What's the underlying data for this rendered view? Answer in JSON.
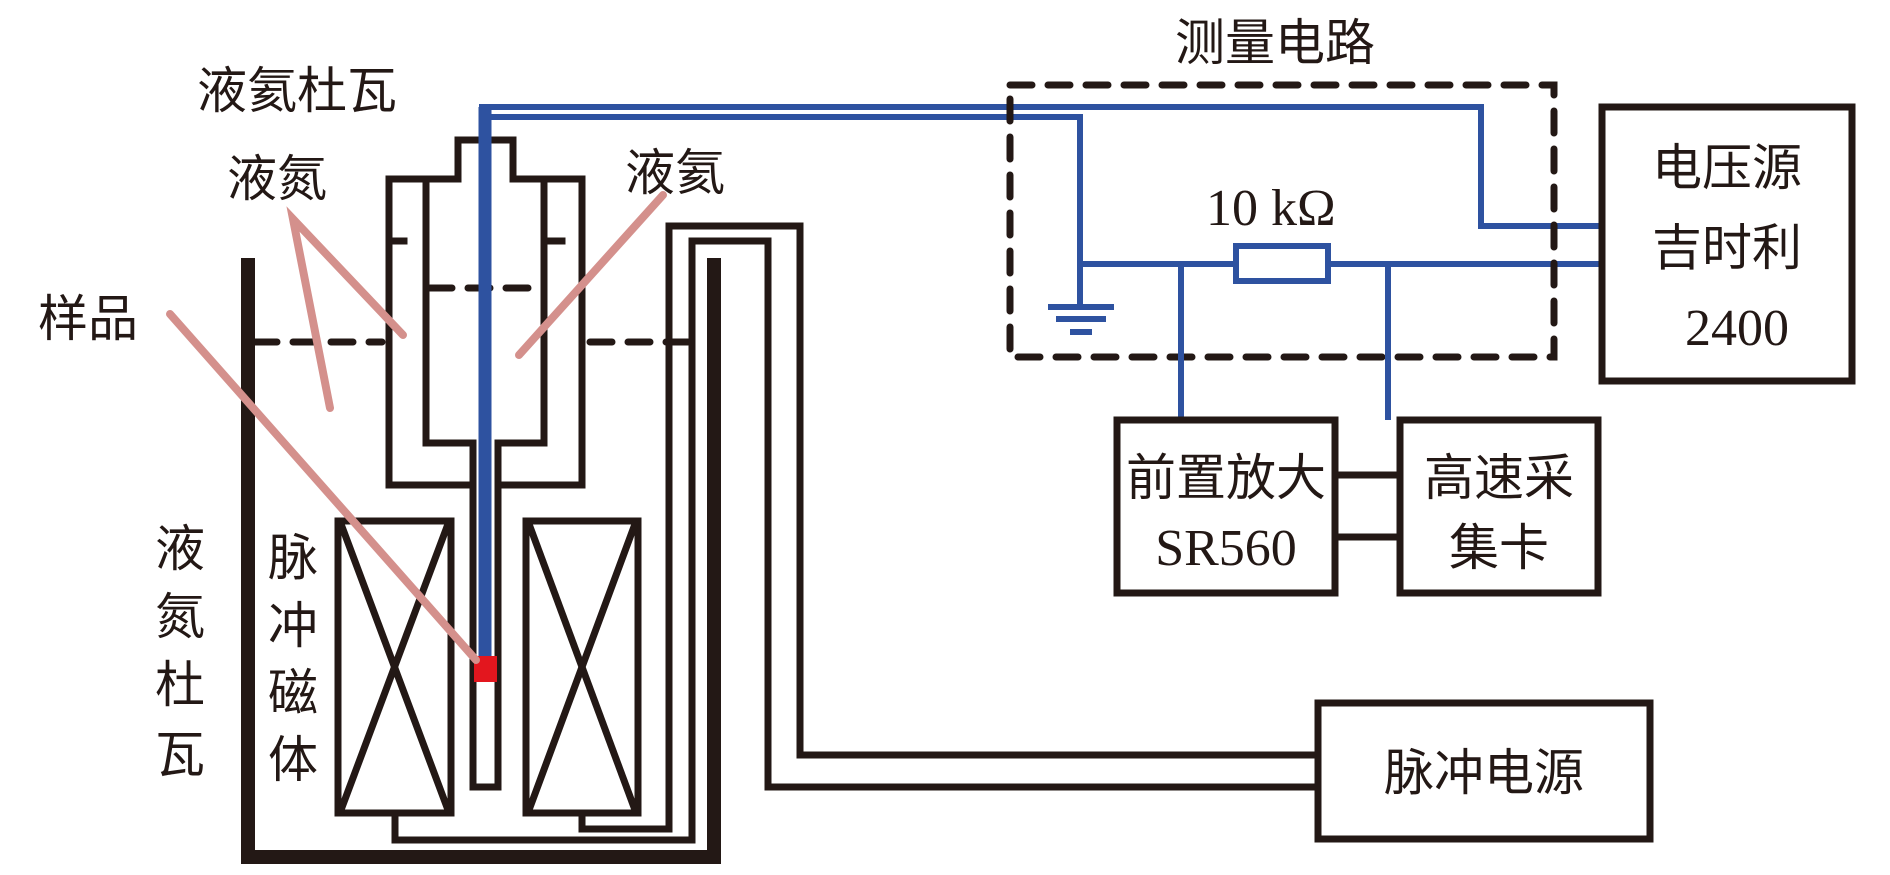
{
  "labels": {
    "helium_dewar": "液氦杜瓦",
    "liquid_nitrogen": "液氮",
    "liquid_helium": "液氦",
    "sample": "样品",
    "nitrogen_dewar_vertical": [
      "液",
      "氮",
      "杜",
      "瓦"
    ],
    "pulse_magnet_vertical": [
      "脉",
      "冲",
      "磁",
      "体"
    ],
    "measurement_circuit": "测量电路",
    "resistor_value": "10 kΩ"
  },
  "boxes": {
    "voltage_source": {
      "line1": "电压源",
      "line2": "吉时利",
      "line3": "2400"
    },
    "preamplifier": {
      "line1": "前置放大",
      "line2": "SR560"
    },
    "daq_card": {
      "line1": "高速采",
      "line2": "集卡"
    },
    "pulse_power": {
      "line1": "脉冲电源"
    }
  },
  "components": {
    "resistor": "resistor-icon",
    "ground": "ground-icon",
    "sample_marker": "sample-marker",
    "magnet_coil": "coil-cross-section-icon"
  },
  "colors": {
    "line": "#231815",
    "wire": "#2e52a0",
    "pointer": "#d4908c",
    "sample": "#e3161e"
  }
}
